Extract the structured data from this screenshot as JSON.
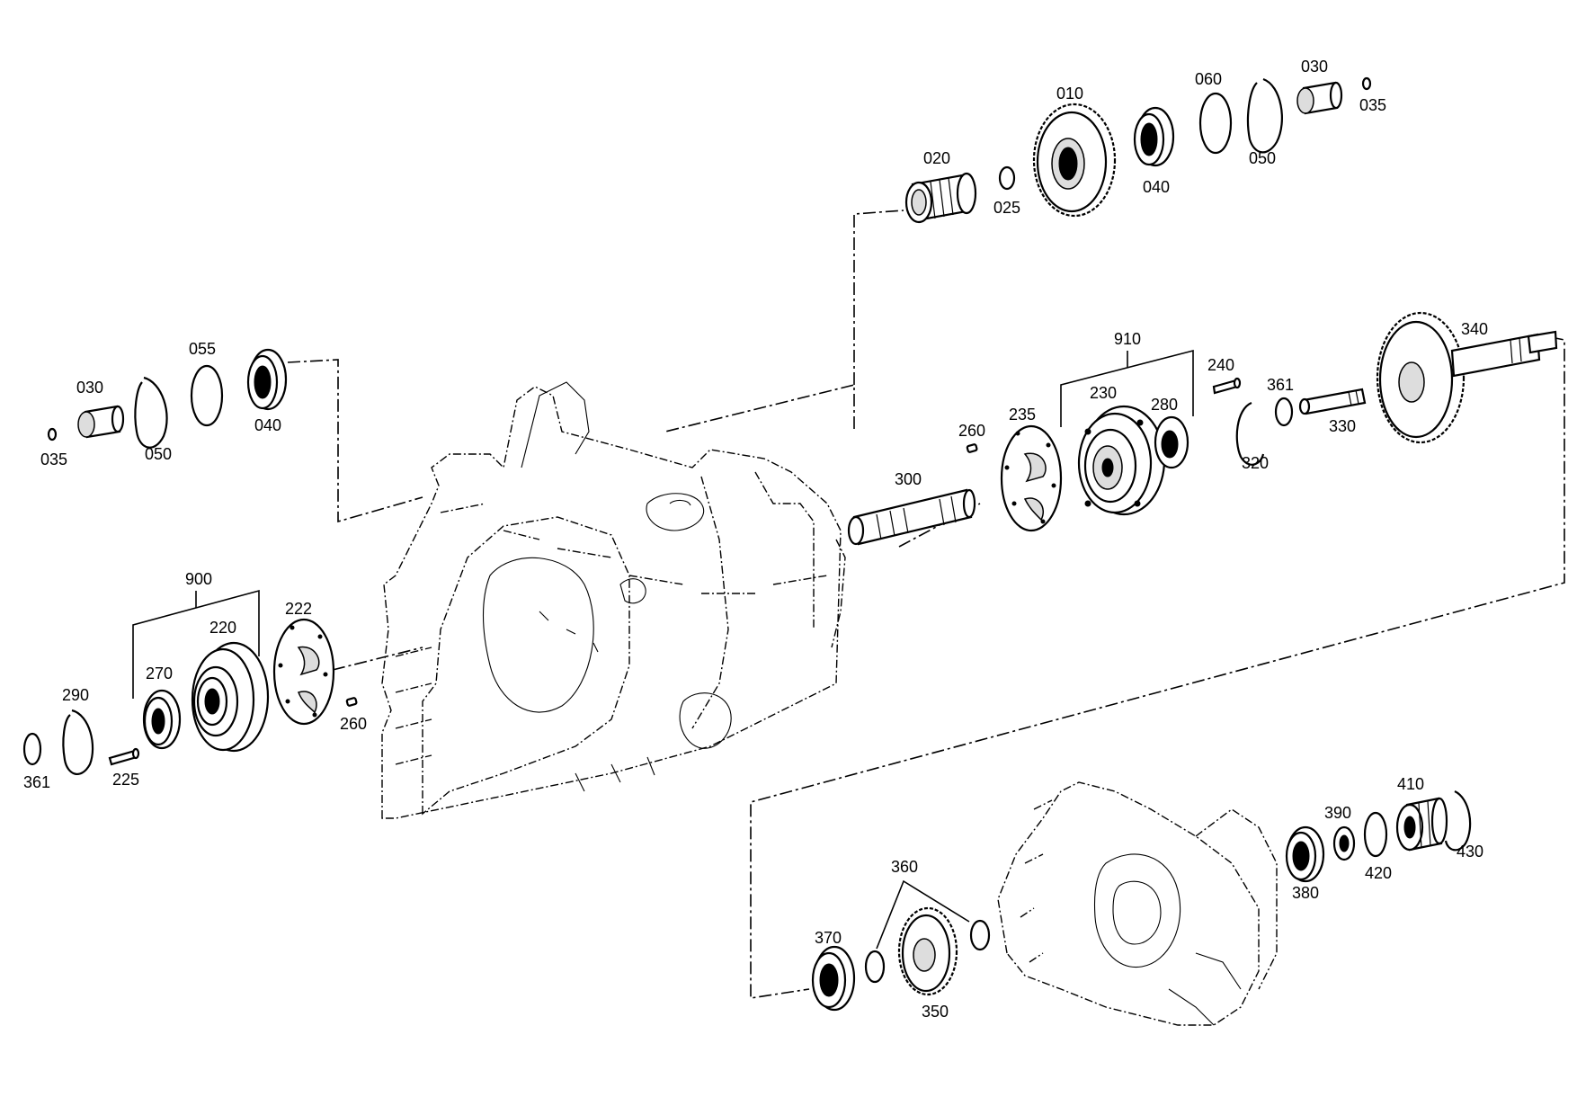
{
  "callouts": {
    "c010": "010",
    "c020": "020",
    "c025": "025",
    "c040_top": "040",
    "c060": "060",
    "c050_top": "050",
    "c030_top": "030",
    "c035_top": "035",
    "c035_left": "035",
    "c030_left": "030",
    "c050_left": "050",
    "c055": "055",
    "c040_left": "040",
    "c910": "910",
    "c240": "240",
    "c340": "340",
    "c230": "230",
    "c280": "280",
    "c235": "235",
    "c260_mid": "260",
    "c361_right": "361",
    "c330": "330",
    "c320": "320",
    "c300": "300",
    "c900": "900",
    "c220": "220",
    "c222": "222",
    "c270": "270",
    "c290": "290",
    "c260_left": "260",
    "c361_left": "361",
    "c225": "225",
    "c410": "410",
    "c390": "390",
    "c380": "380",
    "c420": "420",
    "c430": "430",
    "c360": "360",
    "c370": "370",
    "c350": "350"
  }
}
